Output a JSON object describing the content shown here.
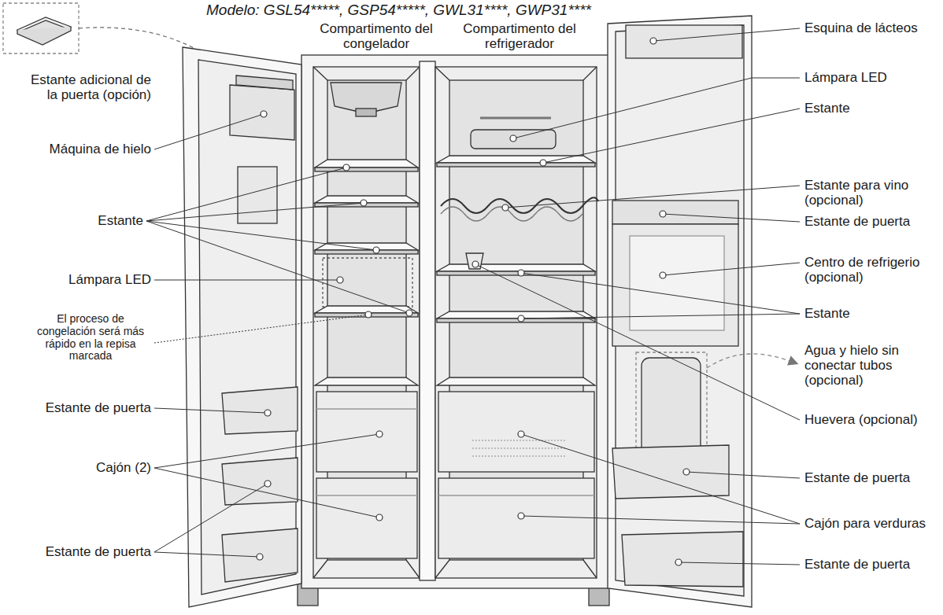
{
  "diagram": {
    "title": "Modelo: GSL54*****, GSP54*****, GWL31****, GWP31****",
    "labels": [
      "Compartimento del congelador",
      "Compartimento del refrigerador",
      "Estante adicional de la puerta (opción)",
      "Máquina de hielo",
      "Estante",
      "Lámpara LED",
      "El proceso de congelación será más rápido en la repisa marcada",
      "Estante de puerta",
      "Cajón (2)",
      "Estante de puerta",
      "Esquina de lácteos",
      "Lámpara LED",
      "Estante",
      "Estante para vino (opcional)",
      "Estante de puerta",
      "Centro de refrigerio (opcional)",
      "Estante",
      "Agua y hielo sin conectar tubos (opcional)",
      "Huevera (opcional)",
      "Estante de puerta",
      "Cajón para verduras",
      "Estante de puerta"
    ]
  }
}
